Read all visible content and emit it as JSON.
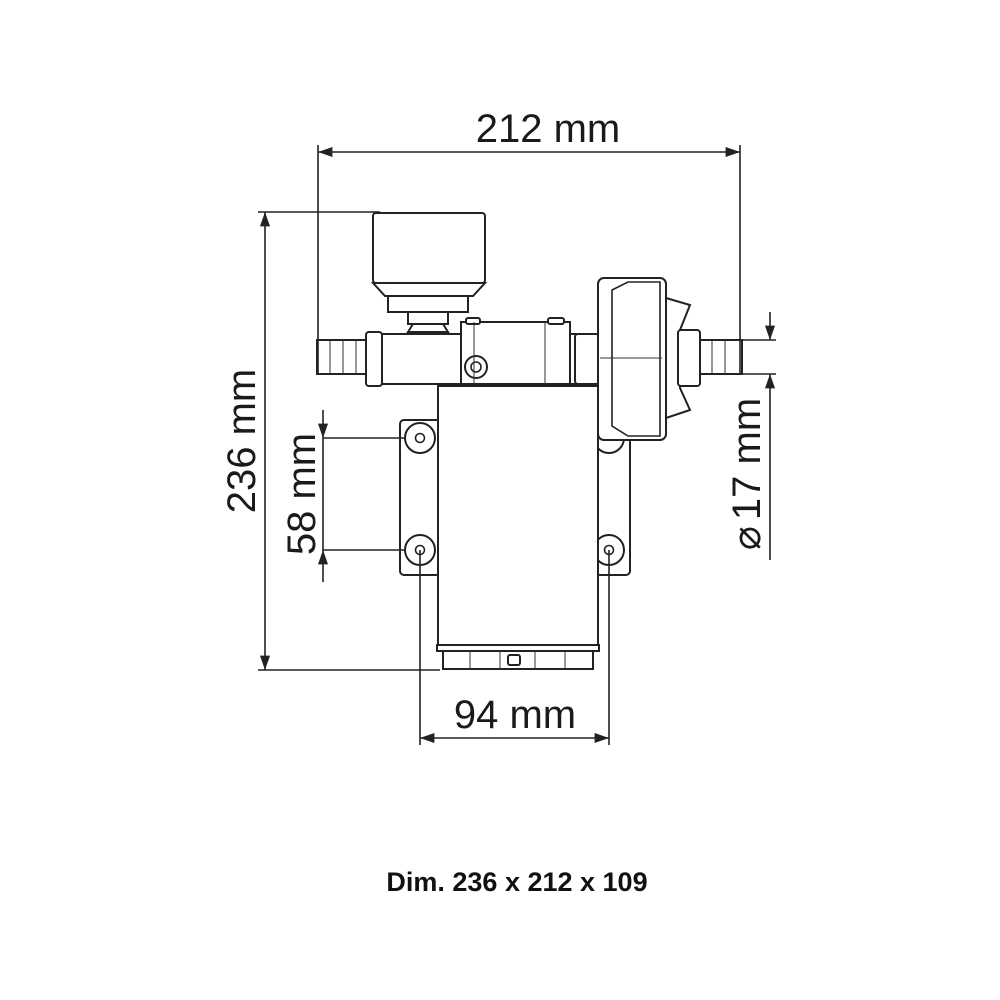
{
  "dimensions": {
    "width_overall": "212 mm",
    "height_overall": "236 mm",
    "mount_spacing_vertical": "58 mm",
    "mount_spacing_horizontal": "94 mm",
    "hose_diameter": "17 mm",
    "diameter_symbol": "⌀"
  },
  "caption": "Dim. 236 x 212 x 109"
}
